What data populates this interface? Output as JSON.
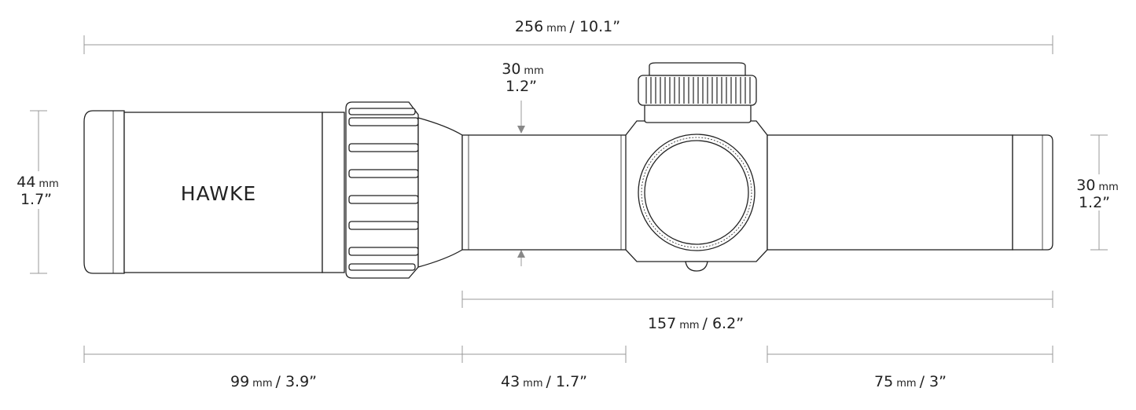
{
  "brand": "HAWKE",
  "dimensions": {
    "overall": {
      "value": "256",
      "unit": "mm",
      "imperial": "/ 10.1”"
    },
    "tube_dia": {
      "value": "30",
      "unit": "mm",
      "imperial": "1.2”"
    },
    "objective_dia": {
      "value": "44",
      "unit": "mm",
      "imperial": "1.7”"
    },
    "eyepiece_dia": {
      "value": "30",
      "unit": "mm",
      "imperial": "1.2”"
    },
    "mount_length": {
      "value": "157",
      "unit": "mm",
      "imperial": "/ 6.2”"
    },
    "front_section": {
      "value": "99",
      "unit": "mm",
      "imperial": "/ 3.9”"
    },
    "mid_section": {
      "value": "43",
      "unit": "mm",
      "imperial": "/ 1.7”"
    },
    "rear_section": {
      "value": "75",
      "unit": "mm",
      "imperial": "/ 3”"
    }
  },
  "colors": {
    "outline": "#222222",
    "dimension_line": "#999999",
    "background": "#ffffff"
  }
}
